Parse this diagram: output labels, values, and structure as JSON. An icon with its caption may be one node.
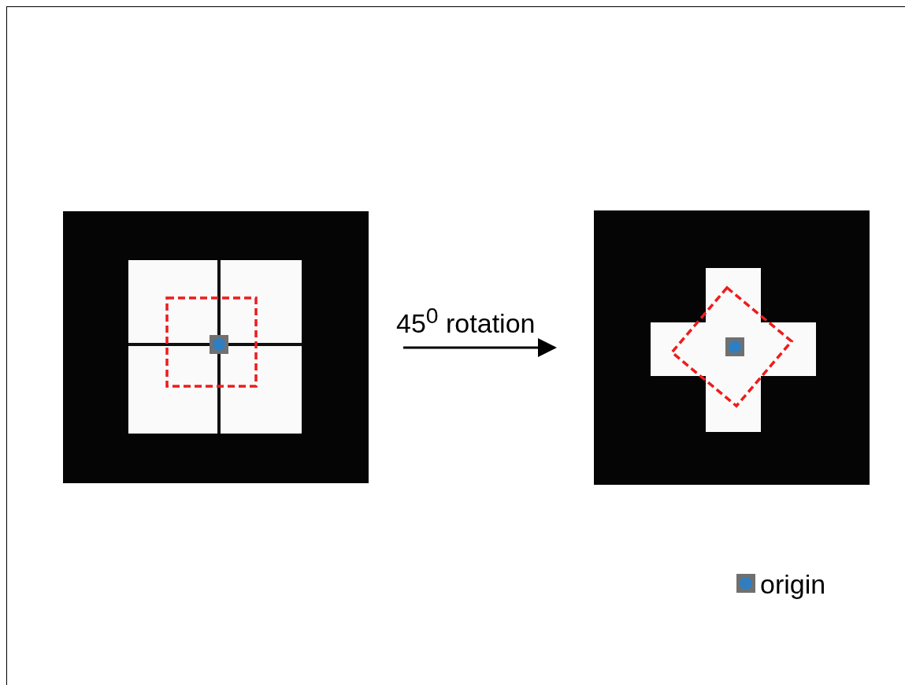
{
  "diagram": {
    "nodes": [
      {
        "text": [],
        "shape": "picture"
      },
      {
        "text": [],
        "shape": "picture"
      }
    ],
    "edges": [
      {
        "from": 0,
        "to": 1,
        "arrow": "to",
        "label": "45$^{0}$ rotation"
      }
    ],
    "legend": [
      {
        "text": "origin"
      }
    ]
  }
}
